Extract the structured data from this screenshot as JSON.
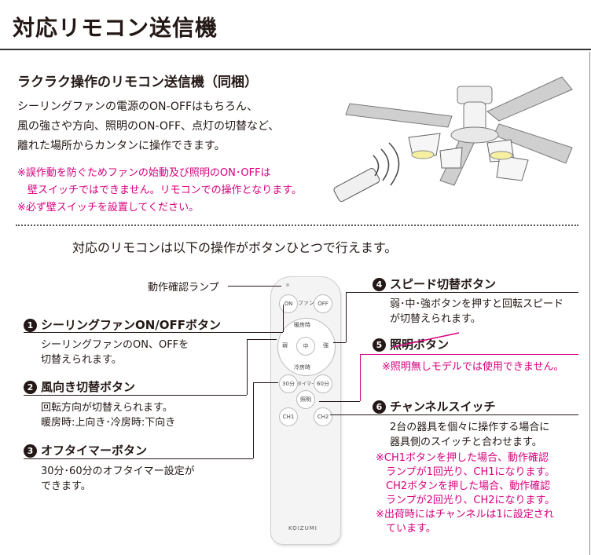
{
  "header": {
    "title": "対応リモコン送信機"
  },
  "intro_block": {
    "subtitle": "ラクラク操作のリモコン送信機（同梱）",
    "lines": [
      "シーリングファンの電源のON-OFFはもちろん、",
      "風の強さや方向、照明のON-OFF、点灯の切替など、",
      "離れた場所からカンタンに操作できます。"
    ],
    "notes": [
      "※誤作動を防ぐためファンの始動及び照明のON･OFFは",
      "　壁スイッチではできません。リモコンでの操作となります。",
      "※必ず壁スイッチを設置してください。"
    ]
  },
  "functions_intro": "対応のリモコンは以下の操作がボタンひとつで行えます。",
  "lamp_label": "動作確認ランプ",
  "remote": {
    "on": "ON",
    "fan": "ファン",
    "off": "OFF",
    "heating": "暖房時",
    "weak": "弱",
    "mid": "中",
    "strong": "強",
    "cooling": "冷房時",
    "t30": "30分",
    "timer": "タイマー",
    "t60": "60分",
    "light": "照明",
    "ch1": "CH1",
    "ch2": "CH2",
    "brand": "KOIZUMI"
  },
  "items": [
    {
      "num": "1",
      "title": "シーリングファンON/OFFボタン",
      "body": [
        "シーリングファンのON、OFFを",
        "切替えられます。"
      ]
    },
    {
      "num": "2",
      "title": "風向き切替ボタン",
      "body": [
        "回転方向が切替えられます。",
        "暖房時:上向き･冷房時:下向き"
      ]
    },
    {
      "num": "3",
      "title": "オフタイマーボタン",
      "body": [
        "30分･60分のオフタイマー設定が",
        "できます。"
      ]
    },
    {
      "num": "4",
      "title": "スピード切替ボタン",
      "body": [
        "弱･中･強ボタンを押すと回転スピード",
        "が切替えられます。"
      ]
    },
    {
      "num": "5",
      "title": "照明ボタン",
      "note": "※照明無しモデルでは使用できません。"
    },
    {
      "num": "6",
      "title": "チャンネルスイッチ",
      "body": [
        "2台の器具を個々に操作する場合に",
        "器具側のスイッチと合わせます。"
      ],
      "notes": [
        "※CH1ボタンを押した場合、動作確認",
        "　ランプが1回光り、CH1になります。",
        "　CH2ボタンを押した場合、動作確認",
        "　ランプが2回光り、CH2になります。",
        "※出荷時にはチャンネルは1に設定され",
        "　ています。"
      ]
    }
  ]
}
